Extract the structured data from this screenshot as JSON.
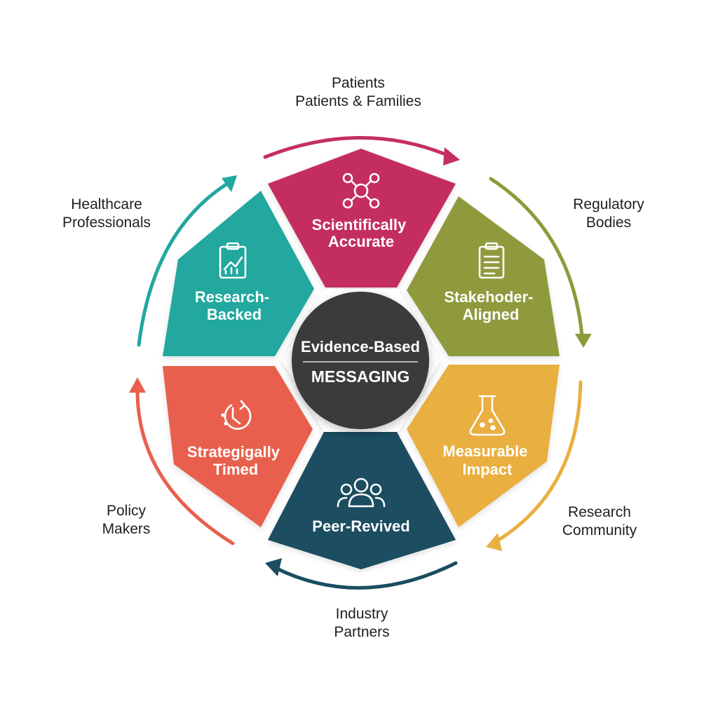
{
  "center": {
    "line1": "Evidence-Based",
    "line2": "MESSAGING"
  },
  "colors": {
    "crimson": "#c42f5e",
    "olive": "#8f9a3c",
    "gold": "#e9af41",
    "navy": "#1a4d60",
    "coral": "#e8604e",
    "teal": "#22a89e",
    "hub": "#3a3a3c"
  },
  "segments": [
    {
      "id": "scientific",
      "icon": "molecule-icon",
      "lines": [
        "Scientifically",
        "Accurate"
      ],
      "color": "#c42f5e"
    },
    {
      "id": "stakeholder",
      "icon": "clipboard-list-icon",
      "lines": [
        "Stakehoder-",
        "Aligned"
      ],
      "color": "#8f9a3c"
    },
    {
      "id": "measurable",
      "icon": "flask-icon",
      "lines": [
        "Measurable",
        "Impact"
      ],
      "color": "#e9af41"
    },
    {
      "id": "peer",
      "icon": "people-group-icon",
      "lines": [
        "Peer-Revived"
      ],
      "color": "#1a4d60"
    },
    {
      "id": "timed",
      "icon": "clock-icon",
      "lines": [
        "Strategigally",
        "Timed"
      ],
      "color": "#e8604e"
    },
    {
      "id": "research",
      "icon": "chart-clipboard-icon",
      "lines": [
        "Research-",
        "Backed"
      ],
      "color": "#22a89e"
    }
  ],
  "stakeholders": {
    "patients": {
      "line1": "Patients",
      "line2": "Patients & Families"
    },
    "regulatory": {
      "line1": "Regulatory",
      "line2": "Bodies"
    },
    "research": {
      "line1": "Research",
      "line2": "Community"
    },
    "industry": {
      "line1": "Industry",
      "line2": "Partners"
    },
    "policy": {
      "line1": "Policy",
      "line2": "Makers"
    },
    "healthcare": {
      "line1": "Healthcare",
      "line2": "Professionals"
    }
  }
}
